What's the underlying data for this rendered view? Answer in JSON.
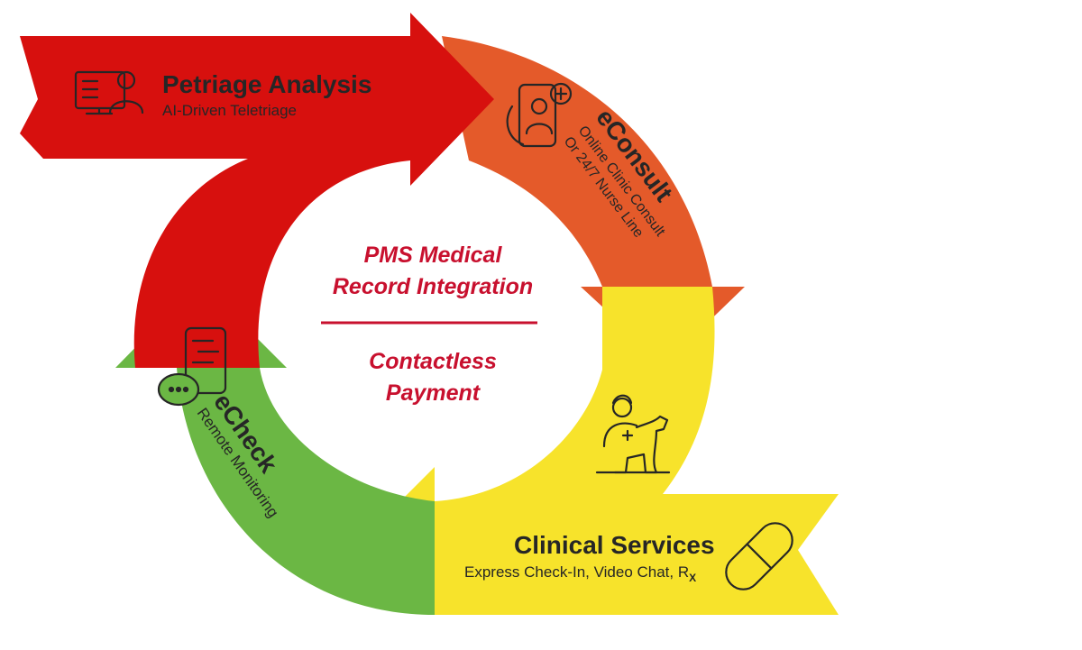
{
  "colors": {
    "red": "#d7100e",
    "orange": "#e45a2a",
    "yellow": "#f7e32b",
    "green": "#6bb744",
    "center_text": "#c8102e",
    "label_text": "#262626"
  },
  "stages": {
    "petriage": {
      "title": "Petriage Analysis",
      "subtitle": "AI-Driven Teletriage",
      "icon": "computer-user-icon"
    },
    "econsult": {
      "title": "eConsult",
      "subtitle_line1": "Online Clinic Consult",
      "subtitle_line2": "Or 24/7 Nurse Line",
      "icon": "phone-doctor-icon"
    },
    "clinical": {
      "title": "Clinical Services",
      "subtitle": "Express Check-In, Video Chat, R",
      "subtitle_rx_sub": "X",
      "icon": "pill-capsule-icon",
      "icon2": "vet-with-dog-icon"
    },
    "echeck": {
      "title": "eCheck",
      "subtitle": "Remote Monitoring",
      "icon": "phone-chat-icon"
    }
  },
  "center": {
    "line1": "PMS Medical",
    "line2": "Record Integration",
    "line3": "Contactless",
    "line4": "Payment"
  }
}
